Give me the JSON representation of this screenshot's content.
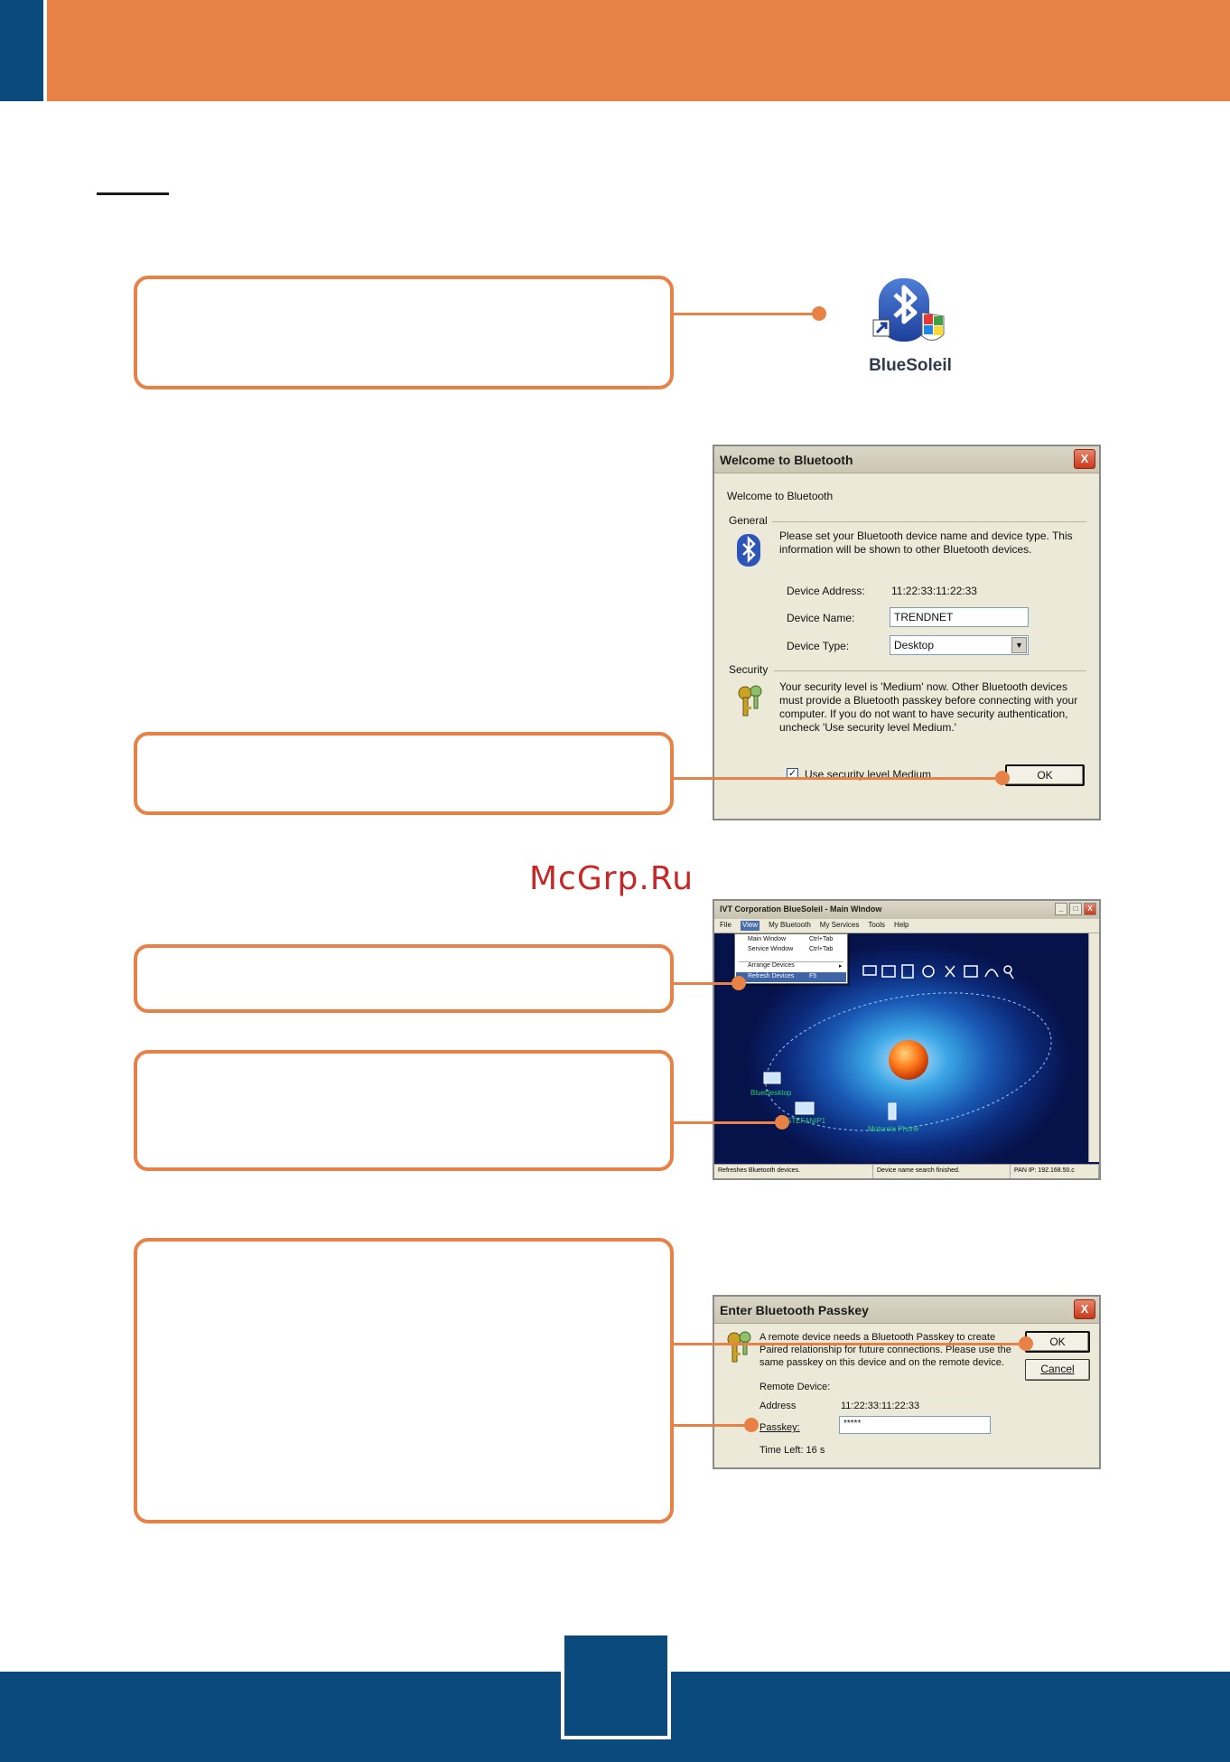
{
  "desktop_icon": {
    "label": "BlueSoleil",
    "icon": "bluetooth-shortcut-icon"
  },
  "watermark": "McGrp.Ru",
  "welcome_dialog": {
    "title": "Welcome to Bluetooth",
    "heading": "Welcome to Bluetooth",
    "general_label": "General",
    "general_text": "Please set your Bluetooth device name and device type. This information will be shown to other Bluetooth devices.",
    "device_address_label": "Device Address:",
    "device_address_value": "11:22:33:11:22:33",
    "device_name_label": "Device Name:",
    "device_name_value": "TRENDNET",
    "device_type_label": "Device Type:",
    "device_type_value": "Desktop",
    "security_label": "Security",
    "security_text": "Your security level is 'Medium' now. Other Bluetooth devices must provide a Bluetooth passkey before connecting with your computer. If you do not want to have security authentication, uncheck 'Use security level Medium.'",
    "checkbox_label": "Use security level Medium",
    "ok_label": "OK",
    "close_label": "X"
  },
  "main_window": {
    "title": "IVT Corporation BlueSoleil - Main Window",
    "menus": [
      "File",
      "View",
      "My Bluetooth",
      "My Services",
      "Tools",
      "Help"
    ],
    "view_menu": [
      {
        "label": "Main Window",
        "shortcut": "Ctrl+Tab"
      },
      {
        "label": "Service Window",
        "shortcut": "Ctrl+Tab"
      },
      {
        "label": "Arrange Devices",
        "shortcut": "▸"
      },
      {
        "label": "Refresh Devices",
        "shortcut": "F5"
      }
    ],
    "devices": [
      "BlueDesktop",
      "STEFANIP1",
      "Motorola Phone"
    ],
    "status": [
      "Refreshes Bluetooth devices.",
      "Device name search finished.",
      "PAN IP: 192.168.50.c"
    ],
    "buttons": {
      "min": "_",
      "max": "□",
      "close": "X"
    }
  },
  "passkey_dialog": {
    "title": "Enter Bluetooth Passkey",
    "message": "A remote device needs a Bluetooth Passkey to create Paired relationship for future connections. Please use the same passkey on this device and on the remote device.",
    "remote_device_label": "Remote Device:",
    "address_label": "Address",
    "address_value": "11:22:33:11:22:33",
    "passkey_label": "Passkey:",
    "passkey_value": "*****",
    "time_left": "Time Left: 16 s",
    "ok_label": "OK",
    "cancel_label": "Cancel",
    "close_label": "X"
  },
  "colors": {
    "orange": "#e88146",
    "blue": "#0b4a7d"
  }
}
